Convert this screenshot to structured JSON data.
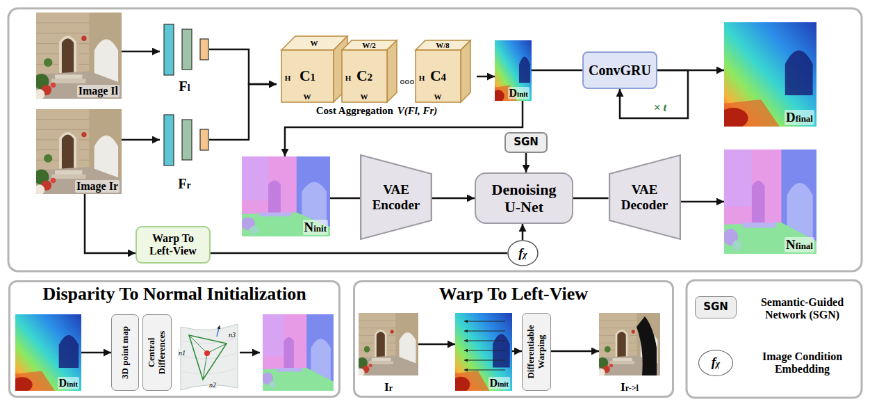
{
  "diagram": {
    "nodes": [
      {
        "text": [
          "Image Il"
        ]
      },
      {
        "text": [
          "Image Ir"
        ]
      },
      {
        "text": [
          "Fl"
        ]
      },
      {
        "text": [
          "Fr"
        ]
      },
      {
        "text": [
          "Cost Aggregation",
          "V(Fl, Fr)"
        ]
      },
      {
        "text": [
          "C1"
        ],
        "in": 4
      },
      {
        "text": [
          "C2"
        ],
        "in": 4
      },
      {
        "text": [
          "C4"
        ],
        "in": 4
      },
      {
        "text": [
          "Dinit"
        ]
      },
      {
        "text": [
          "ConvGRU"
        ]
      },
      {
        "text": [
          "Dfinal"
        ]
      },
      {
        "text": [
          "Ninit"
        ]
      },
      {
        "text": [
          "VAE Encoder"
        ]
      },
      {
        "text": [
          "SGN"
        ]
      },
      {
        "text": [
          "Denoising U-Net"
        ]
      },
      {
        "text": [
          "VAE Decoder"
        ]
      },
      {
        "text": [
          "Nfinal"
        ]
      },
      {
        "text": [
          "Warp To Left-View"
        ]
      },
      {
        "text": [
          "fχ"
        ]
      },
      {
        "text": [
          "Disparity To Normal Initialization"
        ]
      },
      {
        "text": [
          "Dinit"
        ],
        "in": 19
      },
      {
        "text": [
          "3D point map"
        ],
        "in": 19
      },
      {
        "text": [
          "Central Differences"
        ],
        "in": 19
      },
      {
        "text": [
          "Warp To Left-View"
        ]
      },
      {
        "text": [
          "Ir"
        ],
        "in": 23
      },
      {
        "text": [
          "Dinit"
        ],
        "in": 23
      },
      {
        "text": [
          "Differentiable Warping"
        ],
        "in": 23
      },
      {
        "text": [
          "Ir->l"
        ],
        "in": 23
      }
    ],
    "edges": [
      {
        "from": 0,
        "to": 2,
        "arrow": "to"
      },
      {
        "from": 1,
        "to": 3,
        "arrow": "to"
      },
      {
        "from": 2,
        "to": 4,
        "arrow": "to"
      },
      {
        "from": 3,
        "to": 4,
        "arrow": "to"
      },
      {
        "from": 4,
        "to": 8,
        "arrow": "to"
      },
      {
        "from": 8,
        "to": 9,
        "arrow": "none"
      },
      {
        "from": 9,
        "to": 10,
        "arrow": "to"
      },
      {
        "from": 9,
        "to": 9,
        "label": "× t",
        "arrow": "to"
      },
      {
        "from": 8,
        "to": 11,
        "arrow": "to"
      },
      {
        "from": 11,
        "to": 12,
        "arrow": "none"
      },
      {
        "from": 12,
        "to": 14,
        "arrow": "to"
      },
      {
        "from": 13,
        "to": 14,
        "arrow": "to"
      },
      {
        "from": 14,
        "to": 15,
        "arrow": "none"
      },
      {
        "from": 15,
        "to": 16,
        "arrow": "to"
      },
      {
        "from": 1,
        "to": 17,
        "arrow": "to"
      },
      {
        "from": 17,
        "to": 18,
        "arrow": "none"
      },
      {
        "from": 18,
        "to": 14,
        "arrow": "to"
      },
      {
        "from": 20,
        "to": 21,
        "arrow": "to"
      },
      {
        "from": 24,
        "to": 25,
        "arrow": "to"
      },
      {
        "from": 25,
        "to": 26,
        "arrow": "to"
      },
      {
        "from": 26,
        "to": 27,
        "arrow": "to"
      }
    ],
    "labels": [
      "W",
      "H",
      "W",
      "W/2",
      "H",
      "W",
      "W/8",
      "H",
      "W",
      "n1",
      "n2",
      "n3",
      "SGN",
      "fχ"
    ],
    "legend": [
      {
        "text": "Semantic-Guided Network (SGN)"
      },
      {
        "text": "Image Condition Embedding"
      }
    ]
  }
}
